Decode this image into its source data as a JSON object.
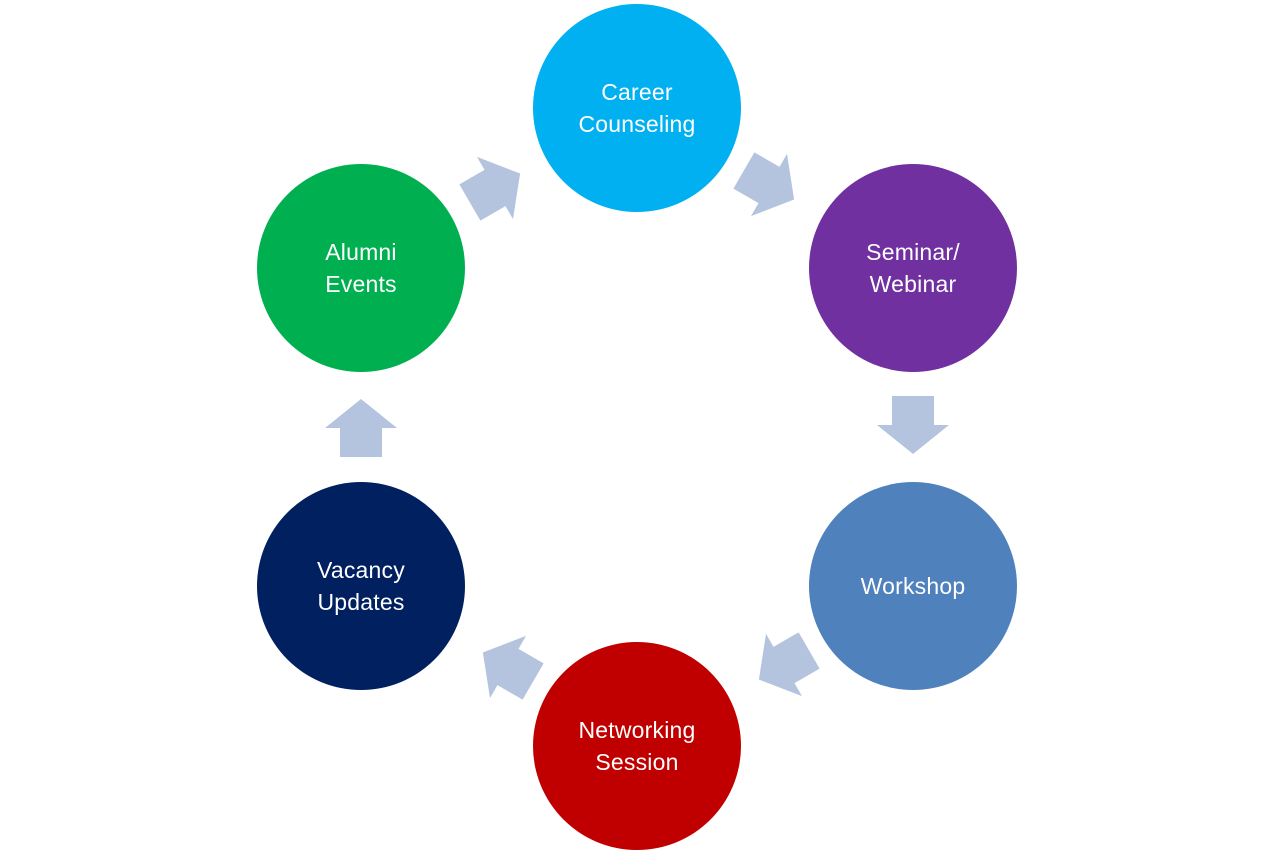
{
  "diagram": {
    "type": "cycle",
    "direction": "clockwise",
    "arrow_color": "#B4C4DE",
    "text_color": "#FFFFFF",
    "nodes": [
      {
        "label": "Career\nCounseling",
        "color": "#00B0F0"
      },
      {
        "label": "Seminar/\nWebinar",
        "color": "#7030A0"
      },
      {
        "label": "Workshop",
        "color": "#4F81BD"
      },
      {
        "label": "Networking\nSession",
        "color": "#C00000"
      },
      {
        "label": "Vacancy\nUpdates",
        "color": "#002060"
      },
      {
        "label": "Alumni\nEvents",
        "color": "#00B050"
      }
    ],
    "arrows": [
      {
        "from": "Career Counseling",
        "to": "Seminar/Webinar"
      },
      {
        "from": "Seminar/Webinar",
        "to": "Workshop"
      },
      {
        "from": "Workshop",
        "to": "Networking Session"
      },
      {
        "from": "Networking Session",
        "to": "Vacancy Updates"
      },
      {
        "from": "Vacancy Updates",
        "to": "Alumni Events"
      },
      {
        "from": "Alumni Events",
        "to": "Career Counseling"
      }
    ]
  }
}
